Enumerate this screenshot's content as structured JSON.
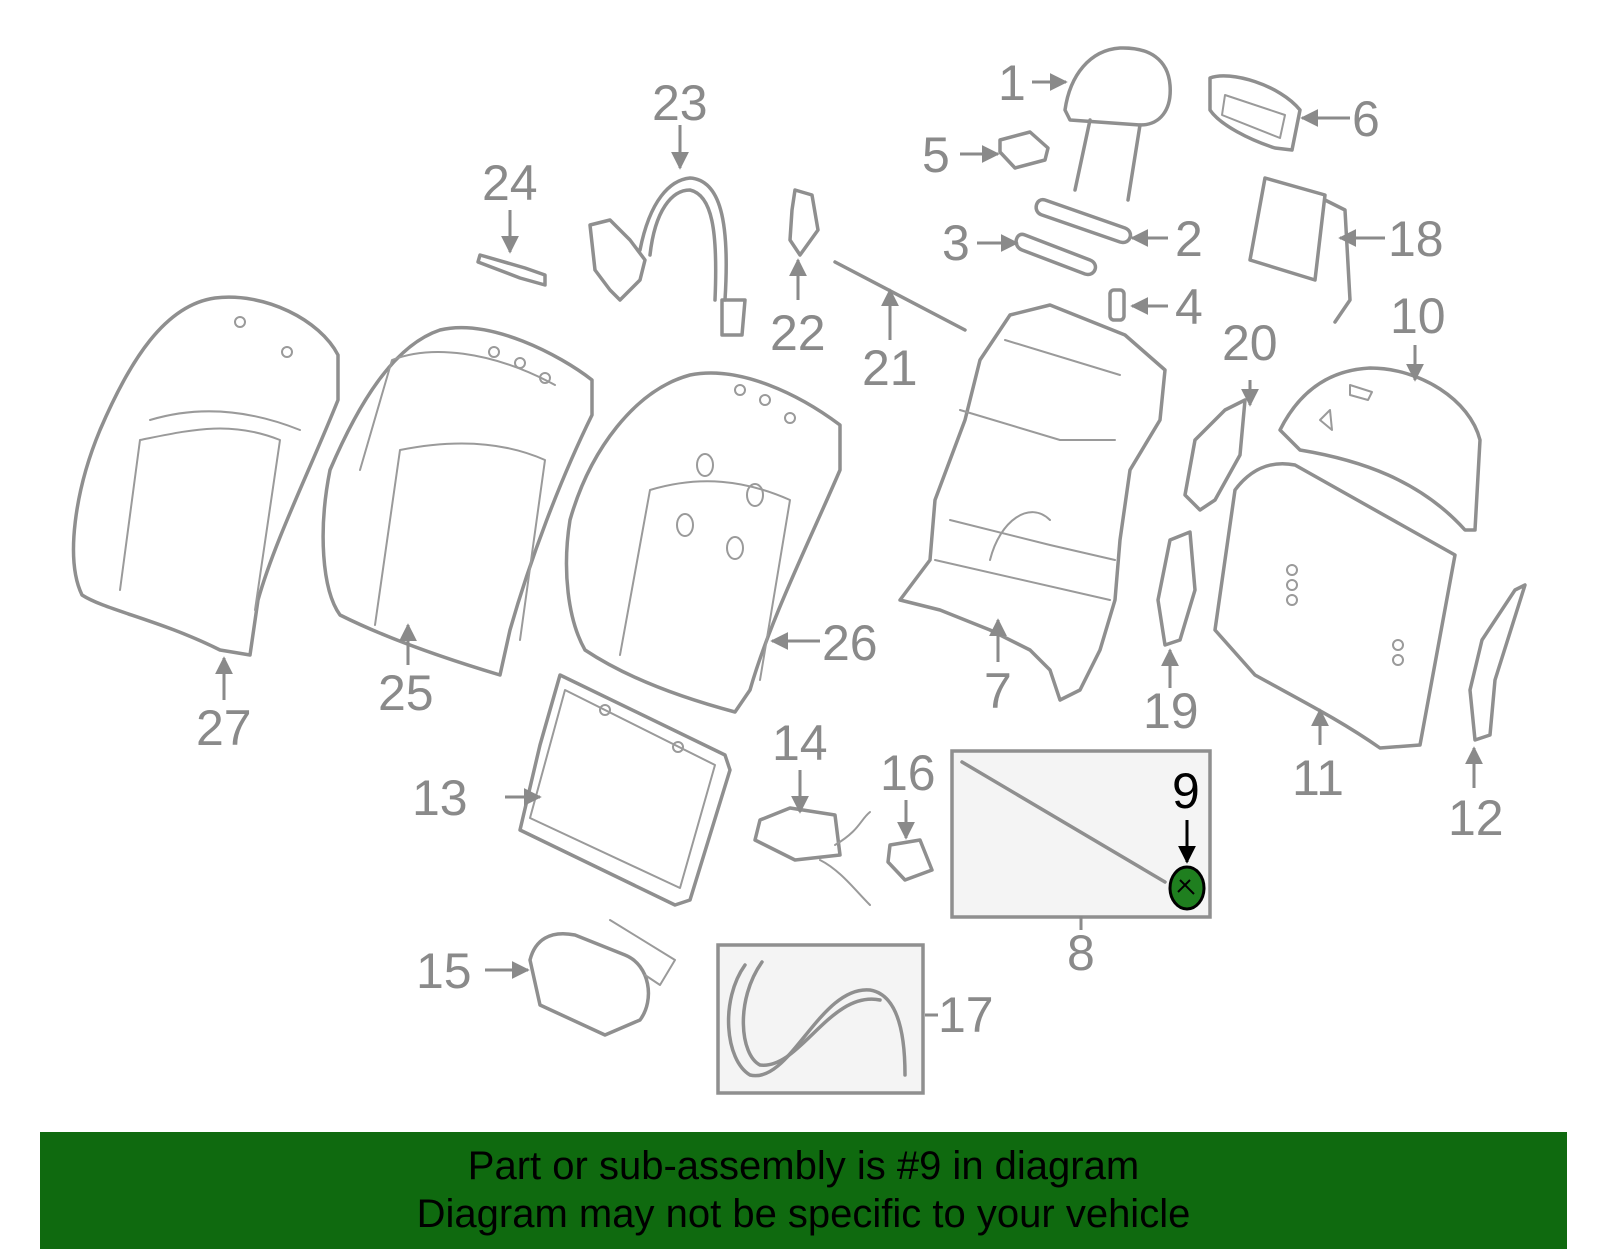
{
  "callouts": {
    "c1": "1",
    "c2": "2",
    "c3": "3",
    "c4": "4",
    "c5": "5",
    "c6": "6",
    "c7": "7",
    "c8": "8",
    "c9": "9",
    "c10": "10",
    "c11": "11",
    "c12": "12",
    "c13": "13",
    "c14": "14",
    "c15": "15",
    "c16": "16",
    "c17": "17",
    "c18": "18",
    "c19": "19",
    "c20": "20",
    "c21": "21",
    "c22": "22",
    "c23": "23",
    "c24": "24",
    "c25": "25",
    "c26": "26",
    "c27": "27"
  },
  "highlight": {
    "part_number": "9",
    "color": "#0f6a0f"
  },
  "banner": {
    "line1": "Part or sub-assembly is #9 in diagram",
    "line2": "Diagram may not be specific to your vehicle",
    "background": "#0f6a0f"
  }
}
